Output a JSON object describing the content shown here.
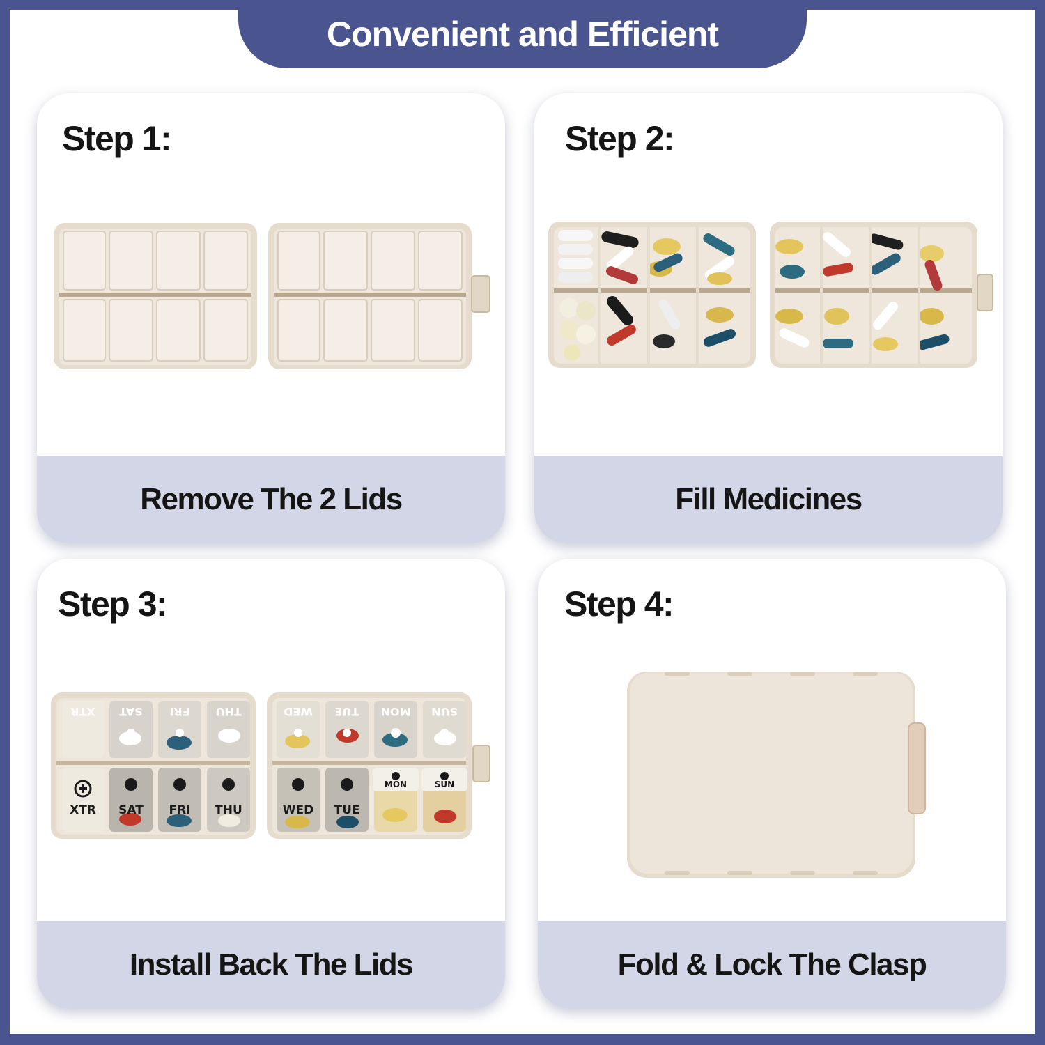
{
  "banner": {
    "title": "Convenient and Efficient"
  },
  "steps": [
    {
      "title": "Step 1:",
      "caption": "Remove The 2 Lids"
    },
    {
      "title": "Step 2:",
      "caption": "Fill Medicines"
    },
    {
      "title": "Step 3:",
      "caption": "Install Back The Lids"
    },
    {
      "title": "Step 4:",
      "caption": "Fold & Lock The Clasp"
    }
  ],
  "lid_labels": {
    "top_row": [
      "XTR",
      "SAT",
      "FRI",
      "THU",
      "WED",
      "TUE",
      "MON",
      "SUN"
    ],
    "bottom_row": [
      "XTR",
      "SAT",
      "FRI",
      "THU",
      "WED",
      "TUE",
      "MON",
      "SUN"
    ]
  },
  "colors": {
    "accent": "#4a5590",
    "caption_bg": "#d3d6e6",
    "case": "#ece3d6"
  }
}
